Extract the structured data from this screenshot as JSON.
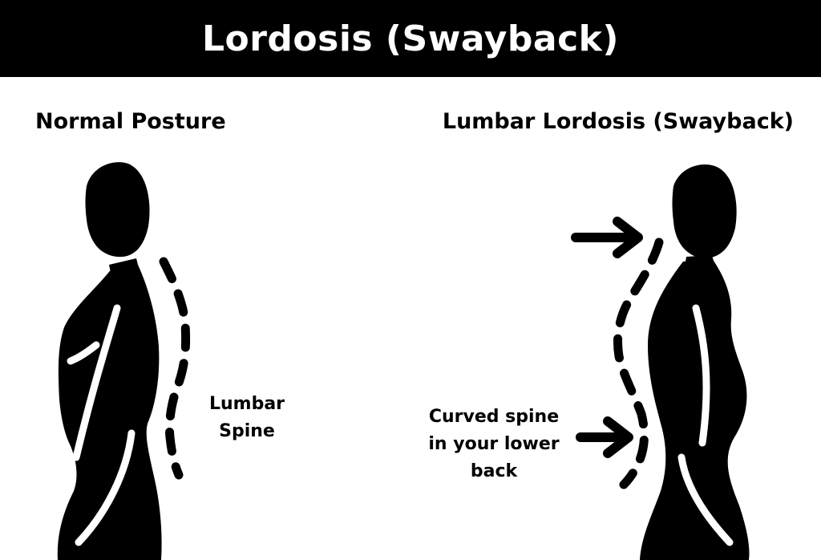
{
  "title": "Lordosis (Swayback)",
  "left_panel": {
    "heading": "Normal Posture",
    "label": "Lumbar\nSpine"
  },
  "right_panel": {
    "heading": "Lumbar Lordosis (Swayback)",
    "label": "Curved spine\nin your lower\nback"
  },
  "colors": {
    "background": "#ffffff",
    "foreground": "#000000",
    "title_text": "#ffffff"
  }
}
